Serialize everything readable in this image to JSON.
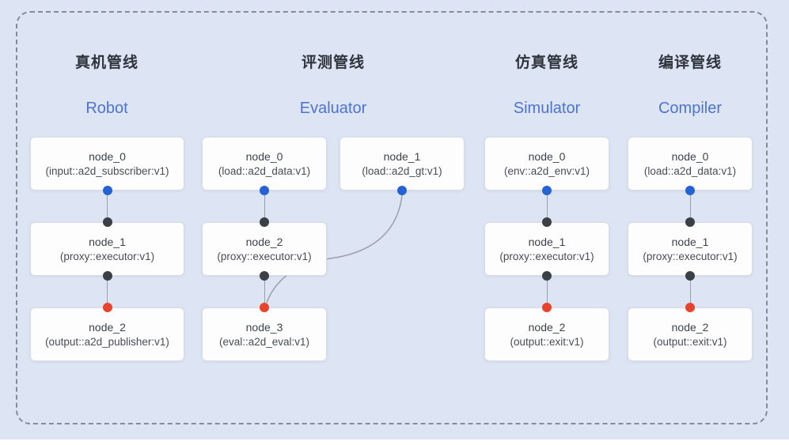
{
  "pipelines": [
    {
      "title_zh": "真机管线",
      "title_en": "Robot",
      "nodes": [
        {
          "name": "node_0",
          "impl": "(input::a2d_subscriber:v1)"
        },
        {
          "name": "node_1",
          "impl": "(proxy::executor:v1)"
        },
        {
          "name": "node_2",
          "impl": "(output::a2d_publisher:v1)"
        }
      ]
    },
    {
      "title_zh": "评测管线",
      "title_en": "Evaluator",
      "nodes": [
        {
          "name": "node_0",
          "impl": "(load::a2d_data:v1)"
        },
        {
          "name": "node_1",
          "impl": "(load::a2d_gt:v1)"
        },
        {
          "name": "node_2",
          "impl": "(proxy::executor:v1)"
        },
        {
          "name": "node_3",
          "impl": "(eval::a2d_eval:v1)"
        }
      ]
    },
    {
      "title_zh": "仿真管线",
      "title_en": "Simulator",
      "nodes": [
        {
          "name": "node_0",
          "impl": "(env::a2d_env:v1)"
        },
        {
          "name": "node_1",
          "impl": "(proxy::executor:v1)"
        },
        {
          "name": "node_2",
          "impl": "(output::exit:v1)"
        }
      ]
    },
    {
      "title_zh": "编译管线",
      "title_en": "Compiler",
      "nodes": [
        {
          "name": "node_0",
          "impl": "(load::a2d_data:v1)"
        },
        {
          "name": "node_1",
          "impl": "(proxy::executor:v1)"
        },
        {
          "name": "node_2",
          "impl": "(output::exit:v1)"
        }
      ]
    }
  ],
  "colors": {
    "background": "#dde4f3",
    "frame_dash": "#868c97",
    "node_bg": "#fdfdfe",
    "node_border": "#d8dce6",
    "node_text": "#3d424a",
    "title_text": "#2f343c",
    "subtitle_text": "#4d73d3",
    "edge_line": "#9aa0ab",
    "input_dot_blue": "#2563d4",
    "internal_dot_black": "#3b4046",
    "output_dot_red": "#e8432e"
  }
}
